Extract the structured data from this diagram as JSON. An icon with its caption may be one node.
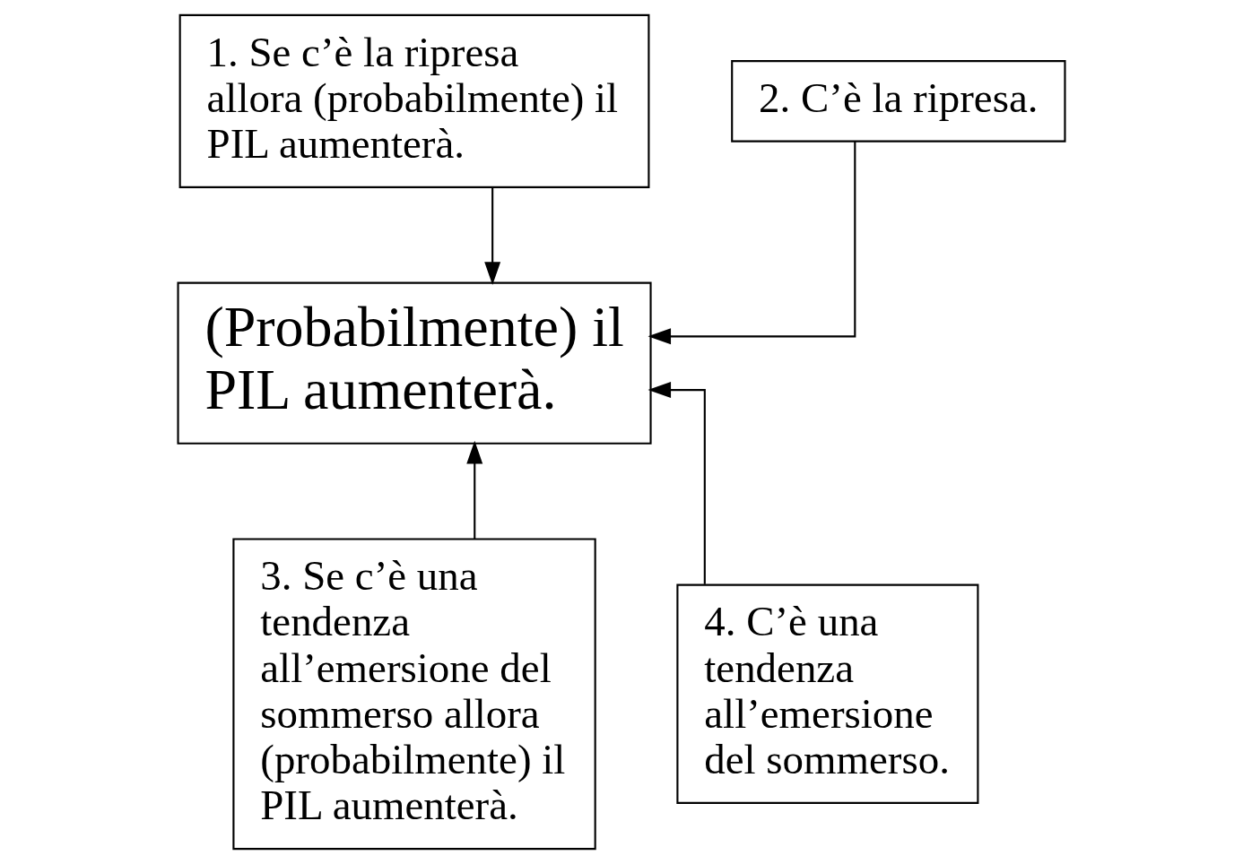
{
  "diagram": {
    "nodes": [
      {
        "text": [
          "1. Se c’è la ripresa allora (probabilmente) il PIL aumenterà."
        ]
      },
      {
        "text": [
          "2. C’è la ripresa."
        ]
      },
      {
        "text": [
          "(Probabilmente) il PIL aumenterà."
        ]
      },
      {
        "text": [
          "3. Se c’è una tendenza all’emersione del sommerso allora (probabilmente) il PIL aumenterà."
        ]
      },
      {
        "text": [
          "4. C’è una tendenza all’emersione del sommerso."
        ]
      }
    ],
    "edges": [
      {
        "from": 0,
        "to": 2,
        "arrow": "to"
      },
      {
        "from": 1,
        "to": 2,
        "arrow": "to"
      },
      {
        "from": 3,
        "to": 2,
        "arrow": "to"
      },
      {
        "from": 4,
        "to": 2,
        "arrow": "to"
      }
    ]
  }
}
